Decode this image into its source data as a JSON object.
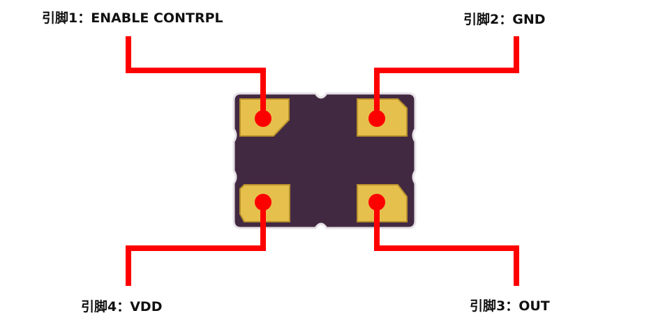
{
  "pins": [
    {
      "id": "pin1",
      "label": "引脚1：ENABLE CONTRPL"
    },
    {
      "id": "pin2",
      "label": "引脚2：GND"
    },
    {
      "id": "pin3",
      "label": "引脚3：OUT"
    },
    {
      "id": "pin4",
      "label": "引脚4：VDD"
    }
  ],
  "colors": {
    "package_body": "#422942",
    "package_edge": "#e6e2e6",
    "pad_gold": "#e6c04c",
    "pad_edge": "#b8912c",
    "lead_line": "#ff0000",
    "label_text": "#111111"
  }
}
